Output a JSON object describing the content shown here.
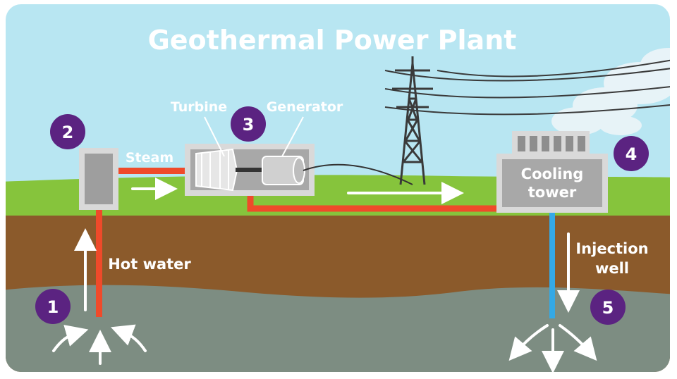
{
  "title": "Geothermal Power Plant",
  "labels": {
    "turbine": "Turbine",
    "generator": "Generator",
    "steam": "Steam",
    "hot_water": "Hot water",
    "cooling_tower_1": "Cooling",
    "cooling_tower_2": "tower",
    "injection_1": "Injection",
    "injection_2": "well"
  },
  "steps": [
    "1",
    "2",
    "3",
    "4",
    "5"
  ],
  "colors": {
    "sky": "#b8e6f2",
    "grass": "#86c43c",
    "soil": "#8b5a2b",
    "rock": "#7d8d82",
    "hot_pipe": "#ef4a2a",
    "cold_pipe": "#34a9e6",
    "badge": "#5b2381",
    "machine": "#c8c8c8"
  }
}
